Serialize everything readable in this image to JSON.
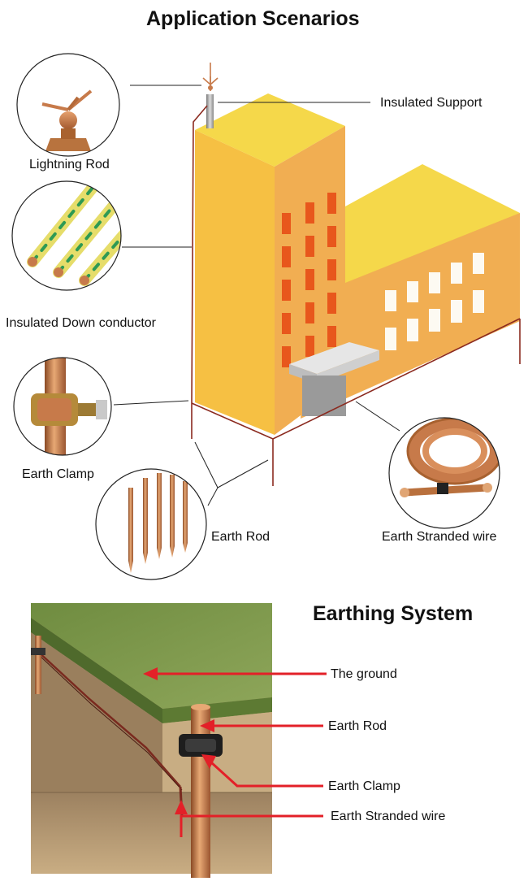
{
  "section1": {
    "title": "Application Scenarios",
    "labels": {
      "lightning_rod": "Lightning Rod",
      "insulated_support": "Insulated Support",
      "insulated_down_conductor": "Insulated Down conductor",
      "earth_clamp": "Earth Clamp",
      "earth_rod": "Earth Rod",
      "earth_stranded_wire": "Earth Stranded wire"
    }
  },
  "section2": {
    "title": "Earthing System",
    "labels": {
      "the_ground": "The ground",
      "earth_rod": "Earth Rod",
      "earth_clamp": "Earth Clamp",
      "earth_stranded_wire": "Earth Stranded wire"
    }
  },
  "colors": {
    "building_front": "#f6c043",
    "building_side": "#f1ae52",
    "building_roof": "#f5d84a",
    "window_orange": "#e8571c",
    "copper": "#c77a4a",
    "wire": "#8b2a1f",
    "arrow_red": "#e32028",
    "grass": "#7f9a4e",
    "soil": "#bfa37a"
  }
}
